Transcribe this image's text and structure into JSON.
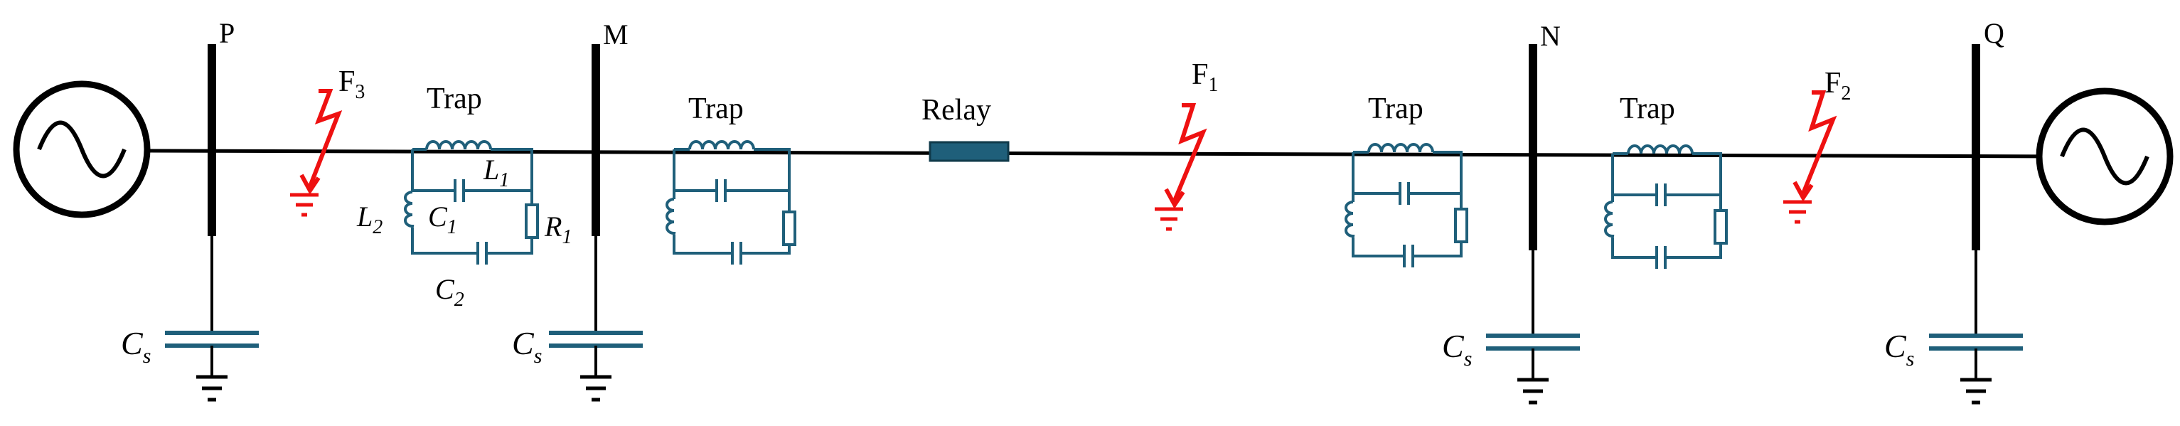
{
  "buses": [
    {
      "name": "P"
    },
    {
      "name": "M"
    },
    {
      "name": "N"
    },
    {
      "name": "Q"
    }
  ],
  "faults": [
    {
      "label": "F",
      "sub": "3"
    },
    {
      "label": "F",
      "sub": "1"
    },
    {
      "label": "F",
      "sub": "2"
    }
  ],
  "traps": [
    {
      "label": "Trap"
    },
    {
      "label": "Trap"
    },
    {
      "label": "Trap"
    },
    {
      "label": "Trap"
    }
  ],
  "relay": {
    "label": "Relay"
  },
  "trap_components": {
    "L1": {
      "main": "L",
      "sub": "1"
    },
    "L2": {
      "main": "L",
      "sub": "2"
    },
    "C1": {
      "main": "C",
      "sub": "1"
    },
    "C2": {
      "main": "C",
      "sub": "2"
    },
    "R1": {
      "main": "R",
      "sub": "1"
    }
  },
  "shunt_capacitor": {
    "main": "C",
    "sub": "s"
  },
  "colors": {
    "line": "#000000",
    "trap": "#1f5f7a",
    "relay": "#1f5f7a",
    "fault": "#ee1111"
  }
}
